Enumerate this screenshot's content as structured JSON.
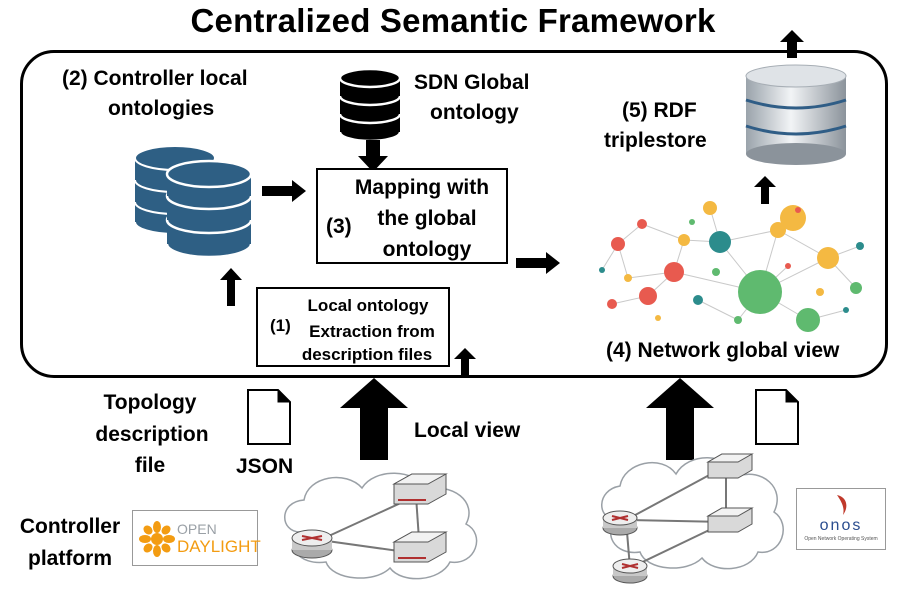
{
  "title": "Centralized Semantic Framework",
  "steps": {
    "controller_local": {
      "num": "(2)",
      "line1": "Controller local",
      "line2": "ontologies"
    },
    "sdn_global": {
      "line1": "SDN Global",
      "line2": "ontology"
    },
    "mapping": {
      "num": "(3)",
      "line1": "Mapping with",
      "line2": "the global",
      "line3": "ontology"
    },
    "extraction": {
      "num": "(1)",
      "line1": "Local ontology",
      "line2": "Extraction from",
      "line3": "description files"
    },
    "triplestore": {
      "line1": "(5) RDF",
      "line2": "triplestore"
    },
    "network_view": {
      "label": "(4) Network global view"
    }
  },
  "bottom": {
    "topology": {
      "line1": "Topology",
      "line2": "description",
      "line3": "file"
    },
    "json": "JSON",
    "local_view": "Local view",
    "controller": {
      "line1": "Controller",
      "line2": "platform"
    },
    "opendaylight": {
      "line1": "OPEN",
      "line2": "DAYLIGHT"
    },
    "onos": {
      "name": "onos",
      "sub": "Open Network Operating System"
    }
  },
  "colors": {
    "db_blue": "#2e5f84",
    "arrow": "#000000",
    "odl_orange": "#f39c12",
    "onos_blue": "#2a4d8f",
    "onos_red": "#c0392b"
  }
}
